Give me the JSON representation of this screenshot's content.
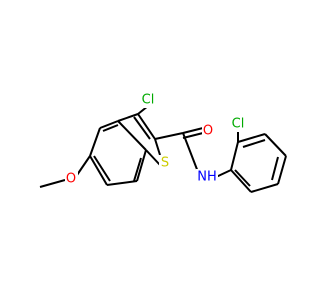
{
  "molecule": {
    "atoms": [
      {
        "key": "cl3",
        "text": "Cl",
        "color": "#00aa00"
      },
      {
        "key": "cl2p",
        "text": "Cl",
        "color": "#00aa00"
      },
      {
        "key": "o_carbonyl",
        "text": "O",
        "color": "#ff0000"
      },
      {
        "key": "s1",
        "text": "S",
        "color": "#cccc00"
      },
      {
        "key": "nh",
        "text": "NH",
        "color": "#0000ff"
      },
      {
        "key": "o_methoxy",
        "text": "O",
        "color": "#ff0000"
      }
    ],
    "colors": {
      "bond": "#000000",
      "background": "#ffffff"
    }
  }
}
